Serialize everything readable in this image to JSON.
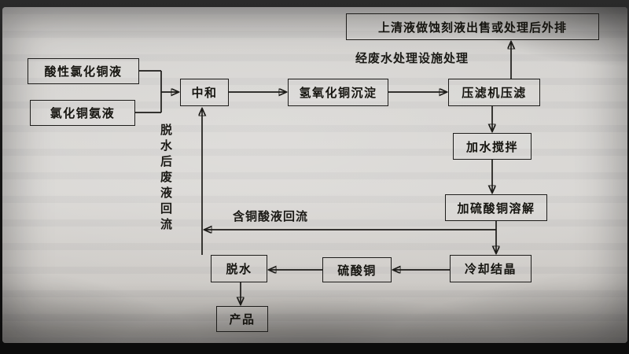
{
  "diagram": {
    "kind": "process-flowchart",
    "subject": "copper etching waste liquid recovery process",
    "nodes": {
      "supernatant_out": "上清液做蚀刻液出售或处理后外排",
      "acidic_copper_chloride": "酸性氯化铜液",
      "copper_chloride_ammonia": "氯化铜氨液",
      "neutralize": "中和",
      "copper_hydroxide_precipitate": "氢氧化铜沉淀",
      "filter_press": "压滤机压滤",
      "add_water_stir": "加水搅拌",
      "add_sulfuric_dissolve": "加硫酸铜溶解",
      "cooling_crystallize": "冷却结晶",
      "copper_sulfate": "硫酸铜",
      "dewater": "脱水",
      "product": "产品"
    },
    "labels": {
      "wastewater_note": "经废水处理设施处理",
      "dewater_reflux": "脱水后废液回流",
      "acid_reflux": "含铜酸液回流"
    },
    "edges": [
      {
        "from": "acidic_copper_chloride",
        "to": "neutralize"
      },
      {
        "from": "copper_chloride_ammonia",
        "to": "neutralize"
      },
      {
        "from": "neutralize",
        "to": "copper_hydroxide_precipitate"
      },
      {
        "from": "copper_hydroxide_precipitate",
        "to": "filter_press"
      },
      {
        "from": "filter_press",
        "to": "supernatant_out",
        "via": "wastewater_note"
      },
      {
        "from": "filter_press",
        "to": "add_water_stir"
      },
      {
        "from": "add_water_stir",
        "to": "add_sulfuric_dissolve"
      },
      {
        "from": "add_sulfuric_dissolve",
        "to": "cooling_crystallize"
      },
      {
        "from": "add_sulfuric_dissolve",
        "to": "neutralize",
        "via": "acid_reflux"
      },
      {
        "from": "cooling_crystallize",
        "to": "copper_sulfate"
      },
      {
        "from": "copper_sulfate",
        "to": "dewater"
      },
      {
        "from": "dewater",
        "to": "product"
      },
      {
        "from": "dewater",
        "to": "neutralize",
        "via": "dewater_reflux"
      }
    ]
  }
}
